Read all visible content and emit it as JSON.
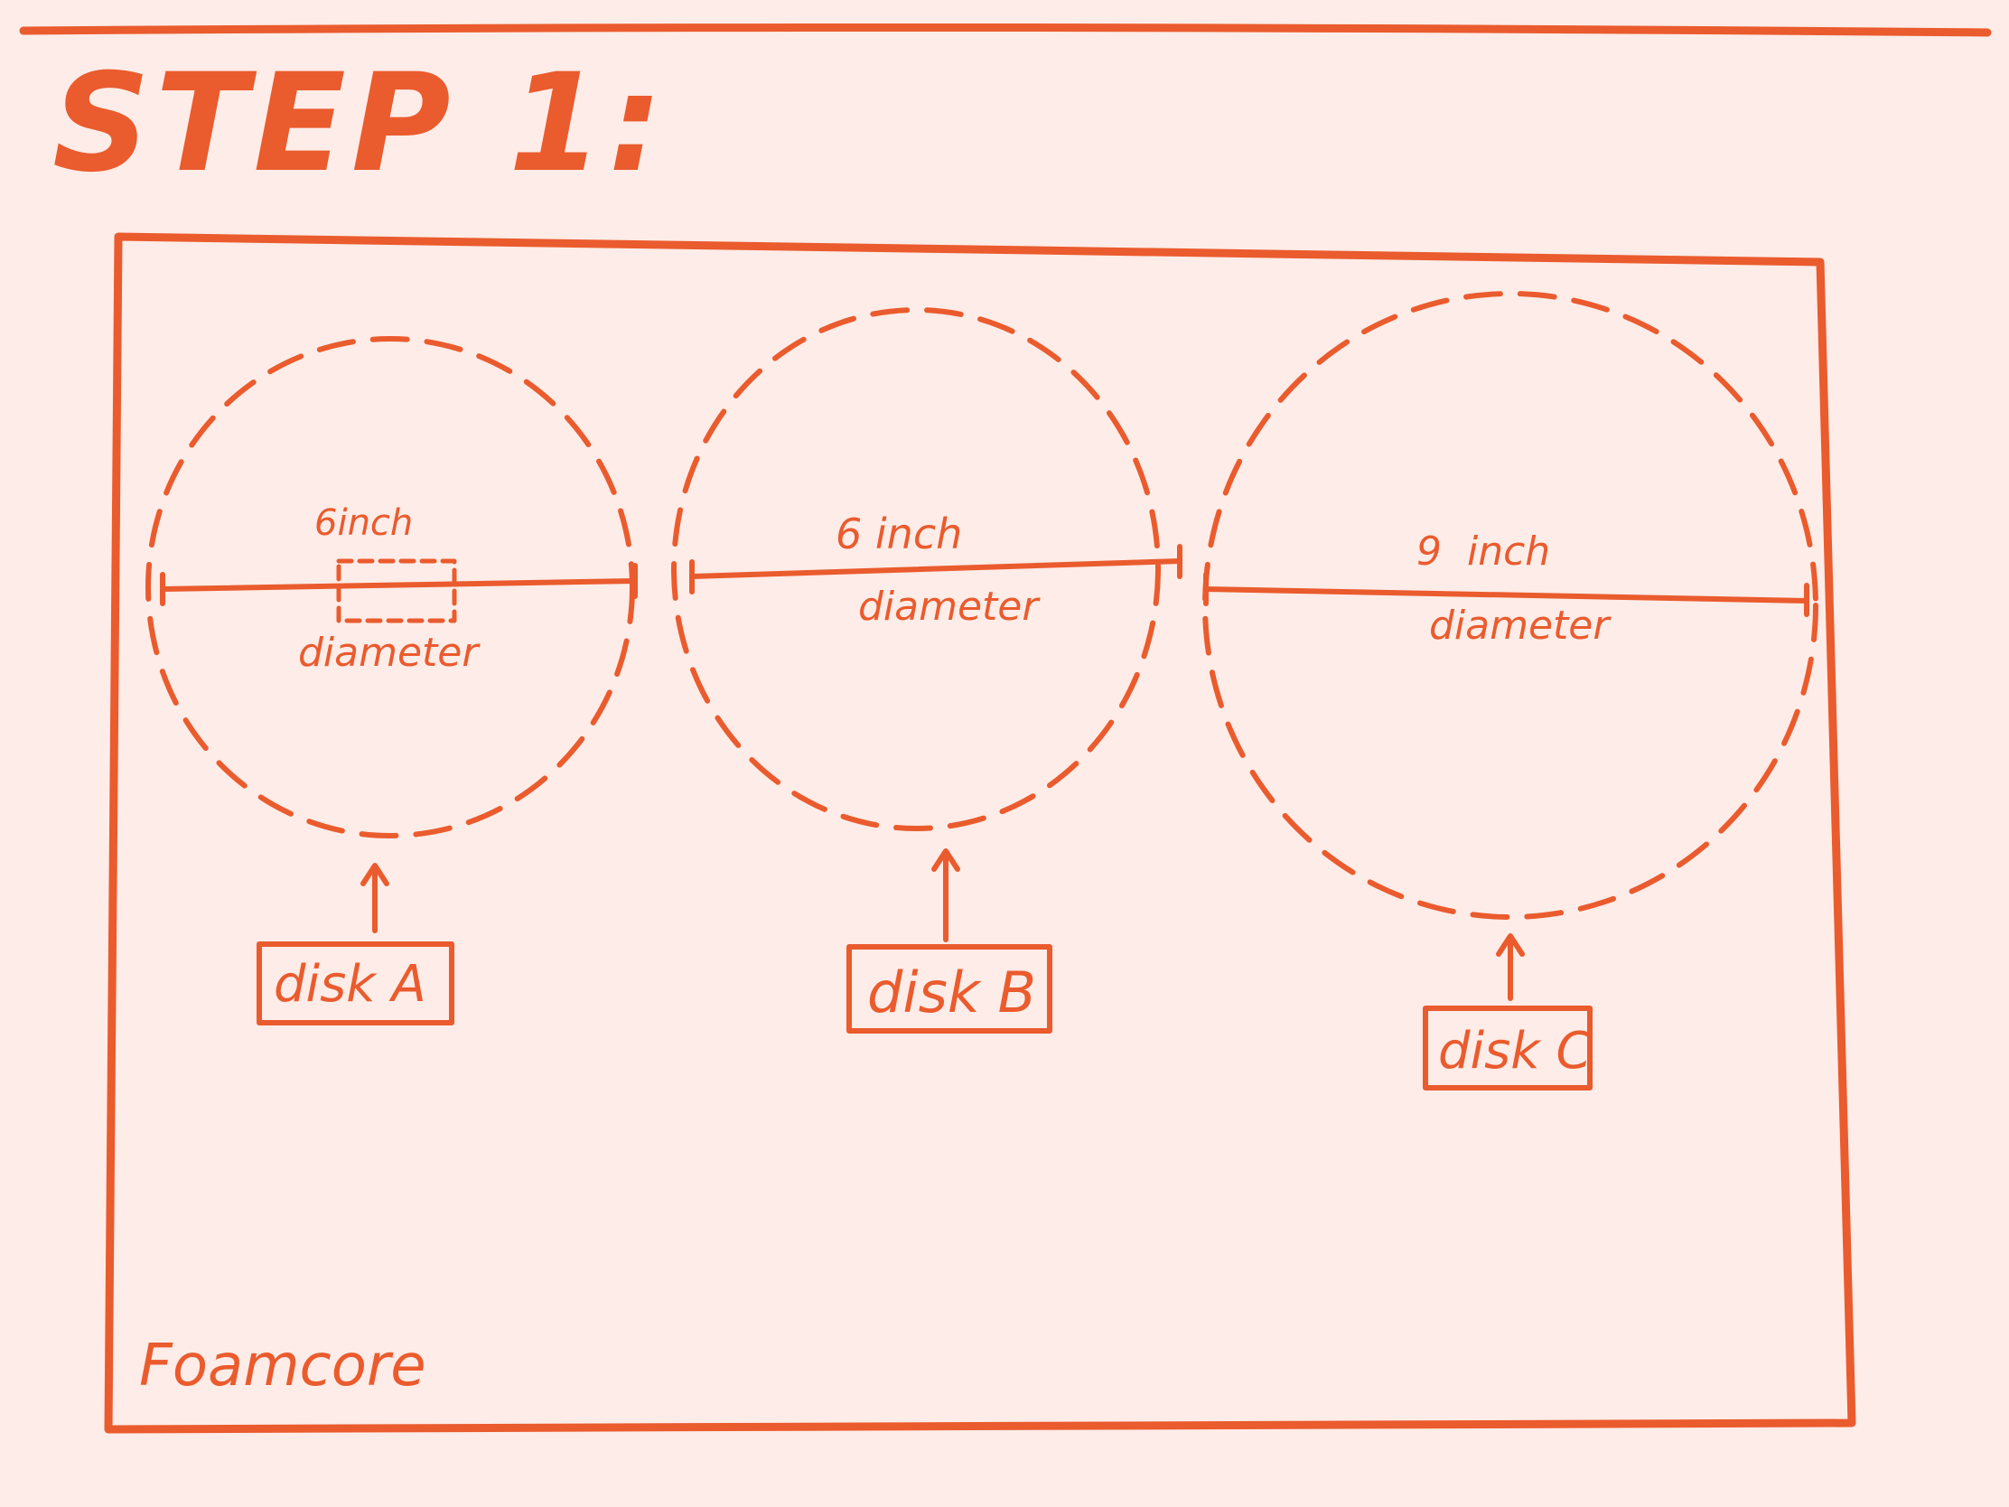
{
  "title": "STEP 1:",
  "board_label": "Foamcore",
  "ink_color": "#ea5b2e",
  "paper_color": "#fdece7",
  "disks": [
    {
      "id": "a",
      "size_label": "6inch",
      "dimension_label": "diameter",
      "disk_label": "disk A"
    },
    {
      "id": "b",
      "size_label": "6 inch",
      "dimension_label": "diameter",
      "disk_label": "disk B"
    },
    {
      "id": "c",
      "size_label": "9  inch",
      "dimension_label": "diameter",
      "disk_label": "disk C"
    }
  ]
}
